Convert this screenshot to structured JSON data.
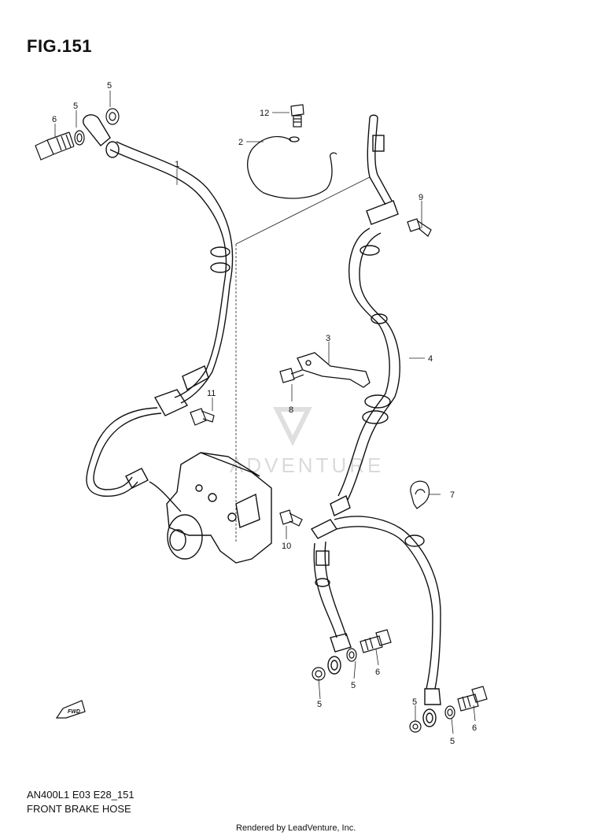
{
  "figure": {
    "title": "FIG.151"
  },
  "footer": {
    "model_code": "AN400L1 E03 E28_151",
    "caption": "FRONT BRAKE HOSE",
    "credit": "Rendered by LeadVenture, Inc."
  },
  "watermark": {
    "text": "ADVENTURE",
    "color": "#d7d7d7"
  },
  "direction_marker": {
    "label": "FWD",
    "icon": "fwd-arrow-icon"
  },
  "callouts": {
    "c1": "1",
    "c2": "2",
    "c3": "3",
    "c4": "4",
    "c5a": "5",
    "c5b": "5",
    "c5c": "5",
    "c5d": "5",
    "c5e": "5",
    "c5f": "5",
    "c6a": "6",
    "c6b": "6",
    "c6c": "6",
    "c7": "7",
    "c8": "8",
    "c9": "9",
    "c10": "10",
    "c11": "11",
    "c12": "12"
  }
}
